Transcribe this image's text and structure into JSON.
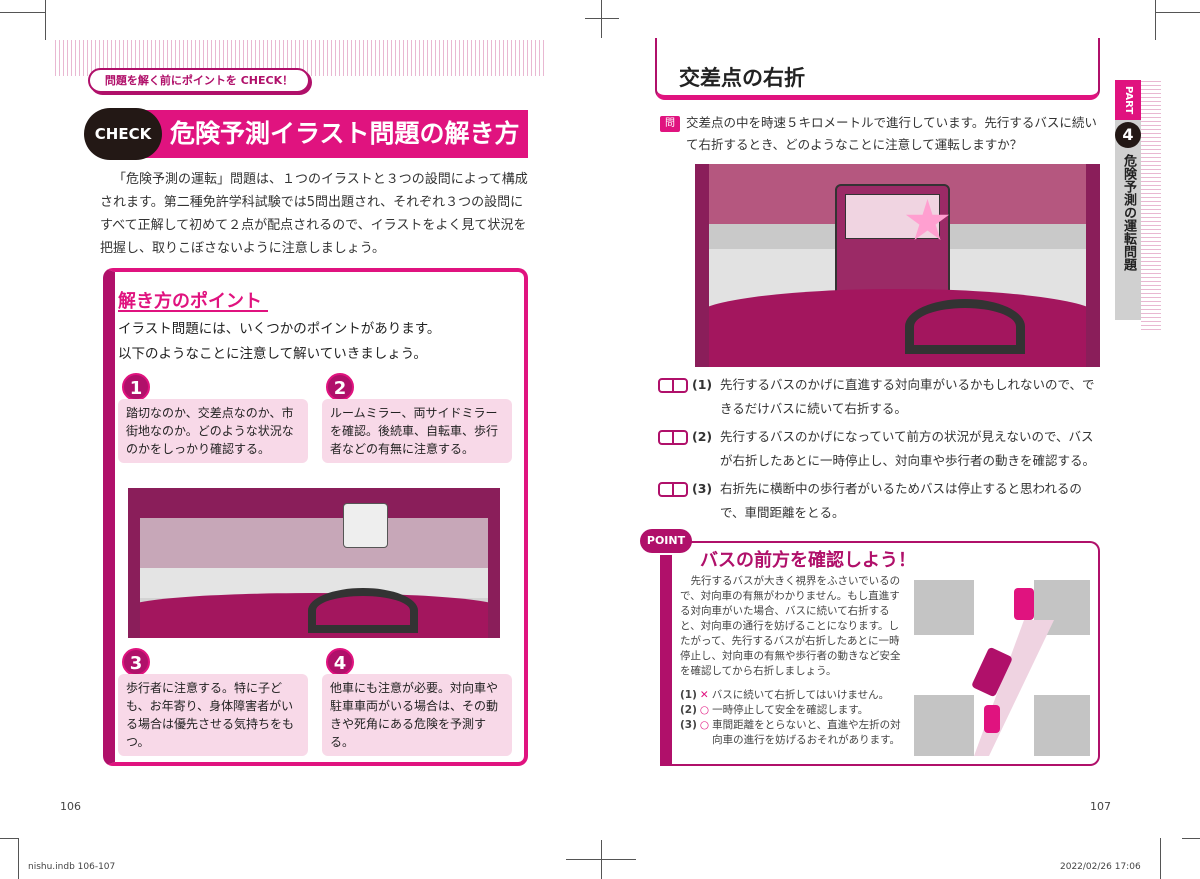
{
  "left_page": {
    "banner": "問題を解く前にポイントを CHECK！",
    "check_badge": "CHECK",
    "title": "危険予測イラスト問題の解き方",
    "intro": "「危険予測の運転」問題は、１つのイラストと３つの設問によって構成されます。第二種免許学科試験では5問出題され、それぞれ３つの設問にすべて正解して初めて２点が配点されるので、イラストをよく見て状況を把握し、取りこぼさないように注意しましょう。",
    "points_heading": "解き方のポイント",
    "points_intro": [
      "イラスト問題には、いくつかのポイントがあります。",
      "以下のようなことに注意して解いていきましょう。"
    ],
    "points": [
      {
        "num": "1",
        "text": "踏切なのか、交差点なのか、市街地なのか。どのような状況なのかをしっかり確認する。"
      },
      {
        "num": "2",
        "text": "ルームミラー、両サイドミラーを確認。後続車、自転車、歩行者などの有無に注意する。"
      },
      {
        "num": "3",
        "text": "歩行者に注意する。特に子ども、お年寄り、身体障害者がいる場合は優先させる気持ちをもつ。"
      },
      {
        "num": "4",
        "text": "他車にも注意が必要。対向車や駐車車両がいる場合は、その動きや死角にある危険を予測する。"
      }
    ],
    "page_number": "106"
  },
  "right_page": {
    "title": "交差点の右折",
    "question_icon": "問",
    "question": "交差点の中を時速５キロメートルで進行しています。先行するバスに続いて右折するとき、どのようなことに注意して運転しますか？",
    "choices": [
      {
        "num": "(1)",
        "text": "先行するバスのかげに直進する対向車がいるかもしれないので、できるだけバスに続いて右折する。"
      },
      {
        "num": "(2)",
        "text": "先行するバスのかげになっていて前方の状況が見えないので、バスが右折したあとに一時停止し、対向車や歩行者の動きを確認する。"
      },
      {
        "num": "(3)",
        "text": "右折先に横断中の歩行者がいるためバスは停止すると思われるので、車間距離をとる。"
      }
    ],
    "point_badge": "POINT",
    "point_heading": "バスの前方を確認しよう！",
    "point_text": "先行するバスが大きく視界をふさいでいるので、対向車の有無がわかりません。もし直進する対向車がいた場合、バスに続いて右折すると、対向車の通行を妨げることになります。したがって、先行するバスが右折したあとに一時停止し、対向車の有無や歩行者の動きなど安全を確認してから右折しましょう。",
    "answers": [
      {
        "num": "(1)",
        "mark": "✕",
        "text": "バスに続いて右折してはいけません。"
      },
      {
        "num": "(2)",
        "mark": "○",
        "text": "一時停止して安全を確認します。"
      },
      {
        "num": "(3)",
        "mark": "○",
        "text": "車間距離をとらないと、直進や左折の対向車の進行を妨げるおそれがあります。"
      }
    ],
    "side_tab": {
      "part": "PART",
      "num": "4",
      "label": "危険予測の運転問題"
    },
    "page_number": "107"
  },
  "footer": {
    "file": "nishu.indb 106-107",
    "timestamp": "2022/02/26 17:06"
  },
  "colors": {
    "accent": "#e0137f",
    "dark_accent": "#b0106a",
    "card": "#f8d9e8"
  }
}
